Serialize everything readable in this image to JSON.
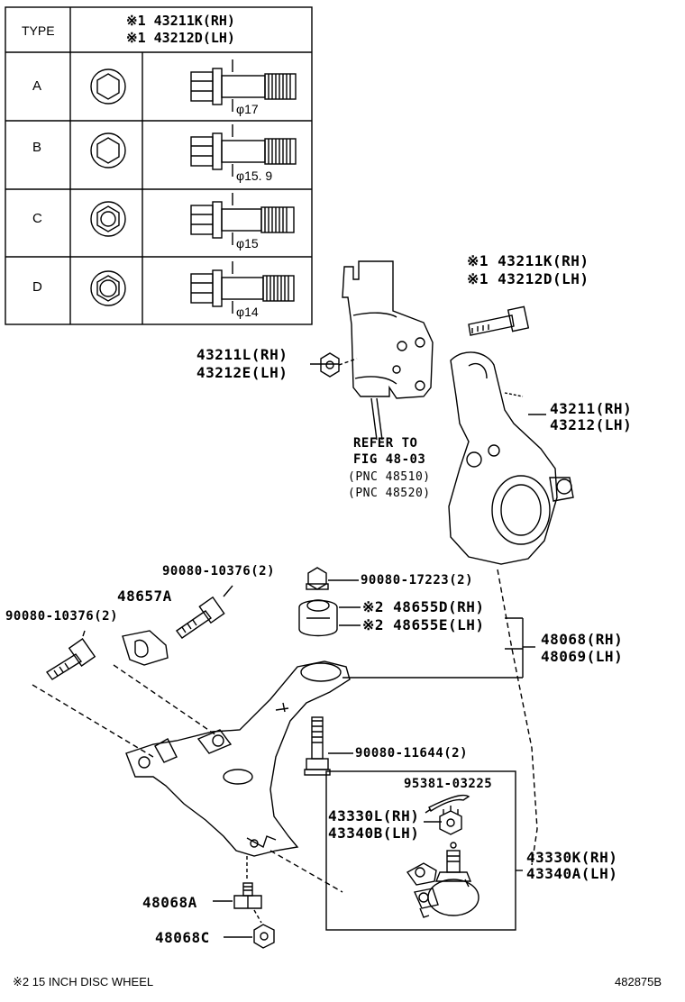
{
  "table": {
    "type_header": "TYPE",
    "part_header_1": "※1 43211K(RH)",
    "part_header_2": "※1 43212D(LH)",
    "rows": [
      {
        "type": "A",
        "diameter": "φ17"
      },
      {
        "type": "B",
        "diameter": "φ15. 9"
      },
      {
        "type": "C",
        "diameter": "φ15"
      },
      {
        "type": "D",
        "diameter": "φ14"
      }
    ]
  },
  "labels": {
    "bolt_rh": "※1 43211K(RH)",
    "bolt_lh": "※1 43212D(LH)",
    "nut_rh": "43211L(RH)",
    "nut_lh": "43212E(LH)",
    "knuckle_rh": "43211(RH)",
    "knuckle_lh": "43212(LH)",
    "refer_1": "REFER TO",
    "refer_2": "FIG 48-03",
    "refer_3": "(PNC 48510)",
    "refer_4": "(PNC 48520)",
    "bolt_10376_top": "90080-10376(2)",
    "nut_17223": "90080-17223(2)",
    "bracket_48657a": "48657A",
    "bolt_10376_left": "90080-10376(2)",
    "bushing_rh": "※2 48655D(RH)",
    "bushing_lh": "※2 48655E(LH)",
    "arm_rh": "48068(RH)",
    "arm_lh": "48069(LH)",
    "bolt_11644": "90080-11644(2)",
    "pin_95381": "95381-03225",
    "balljoint_nut_rh": "43330L(RH)",
    "balljoint_nut_lh": "43340B(LH)",
    "balljoint_rh": "43330K(RH)",
    "balljoint_lh": "43340A(LH)",
    "part_48068a": "48068A",
    "part_48068c": "48068C"
  },
  "footer": {
    "note": "※2 15 INCH DISC WHEEL",
    "code": "482875B"
  }
}
